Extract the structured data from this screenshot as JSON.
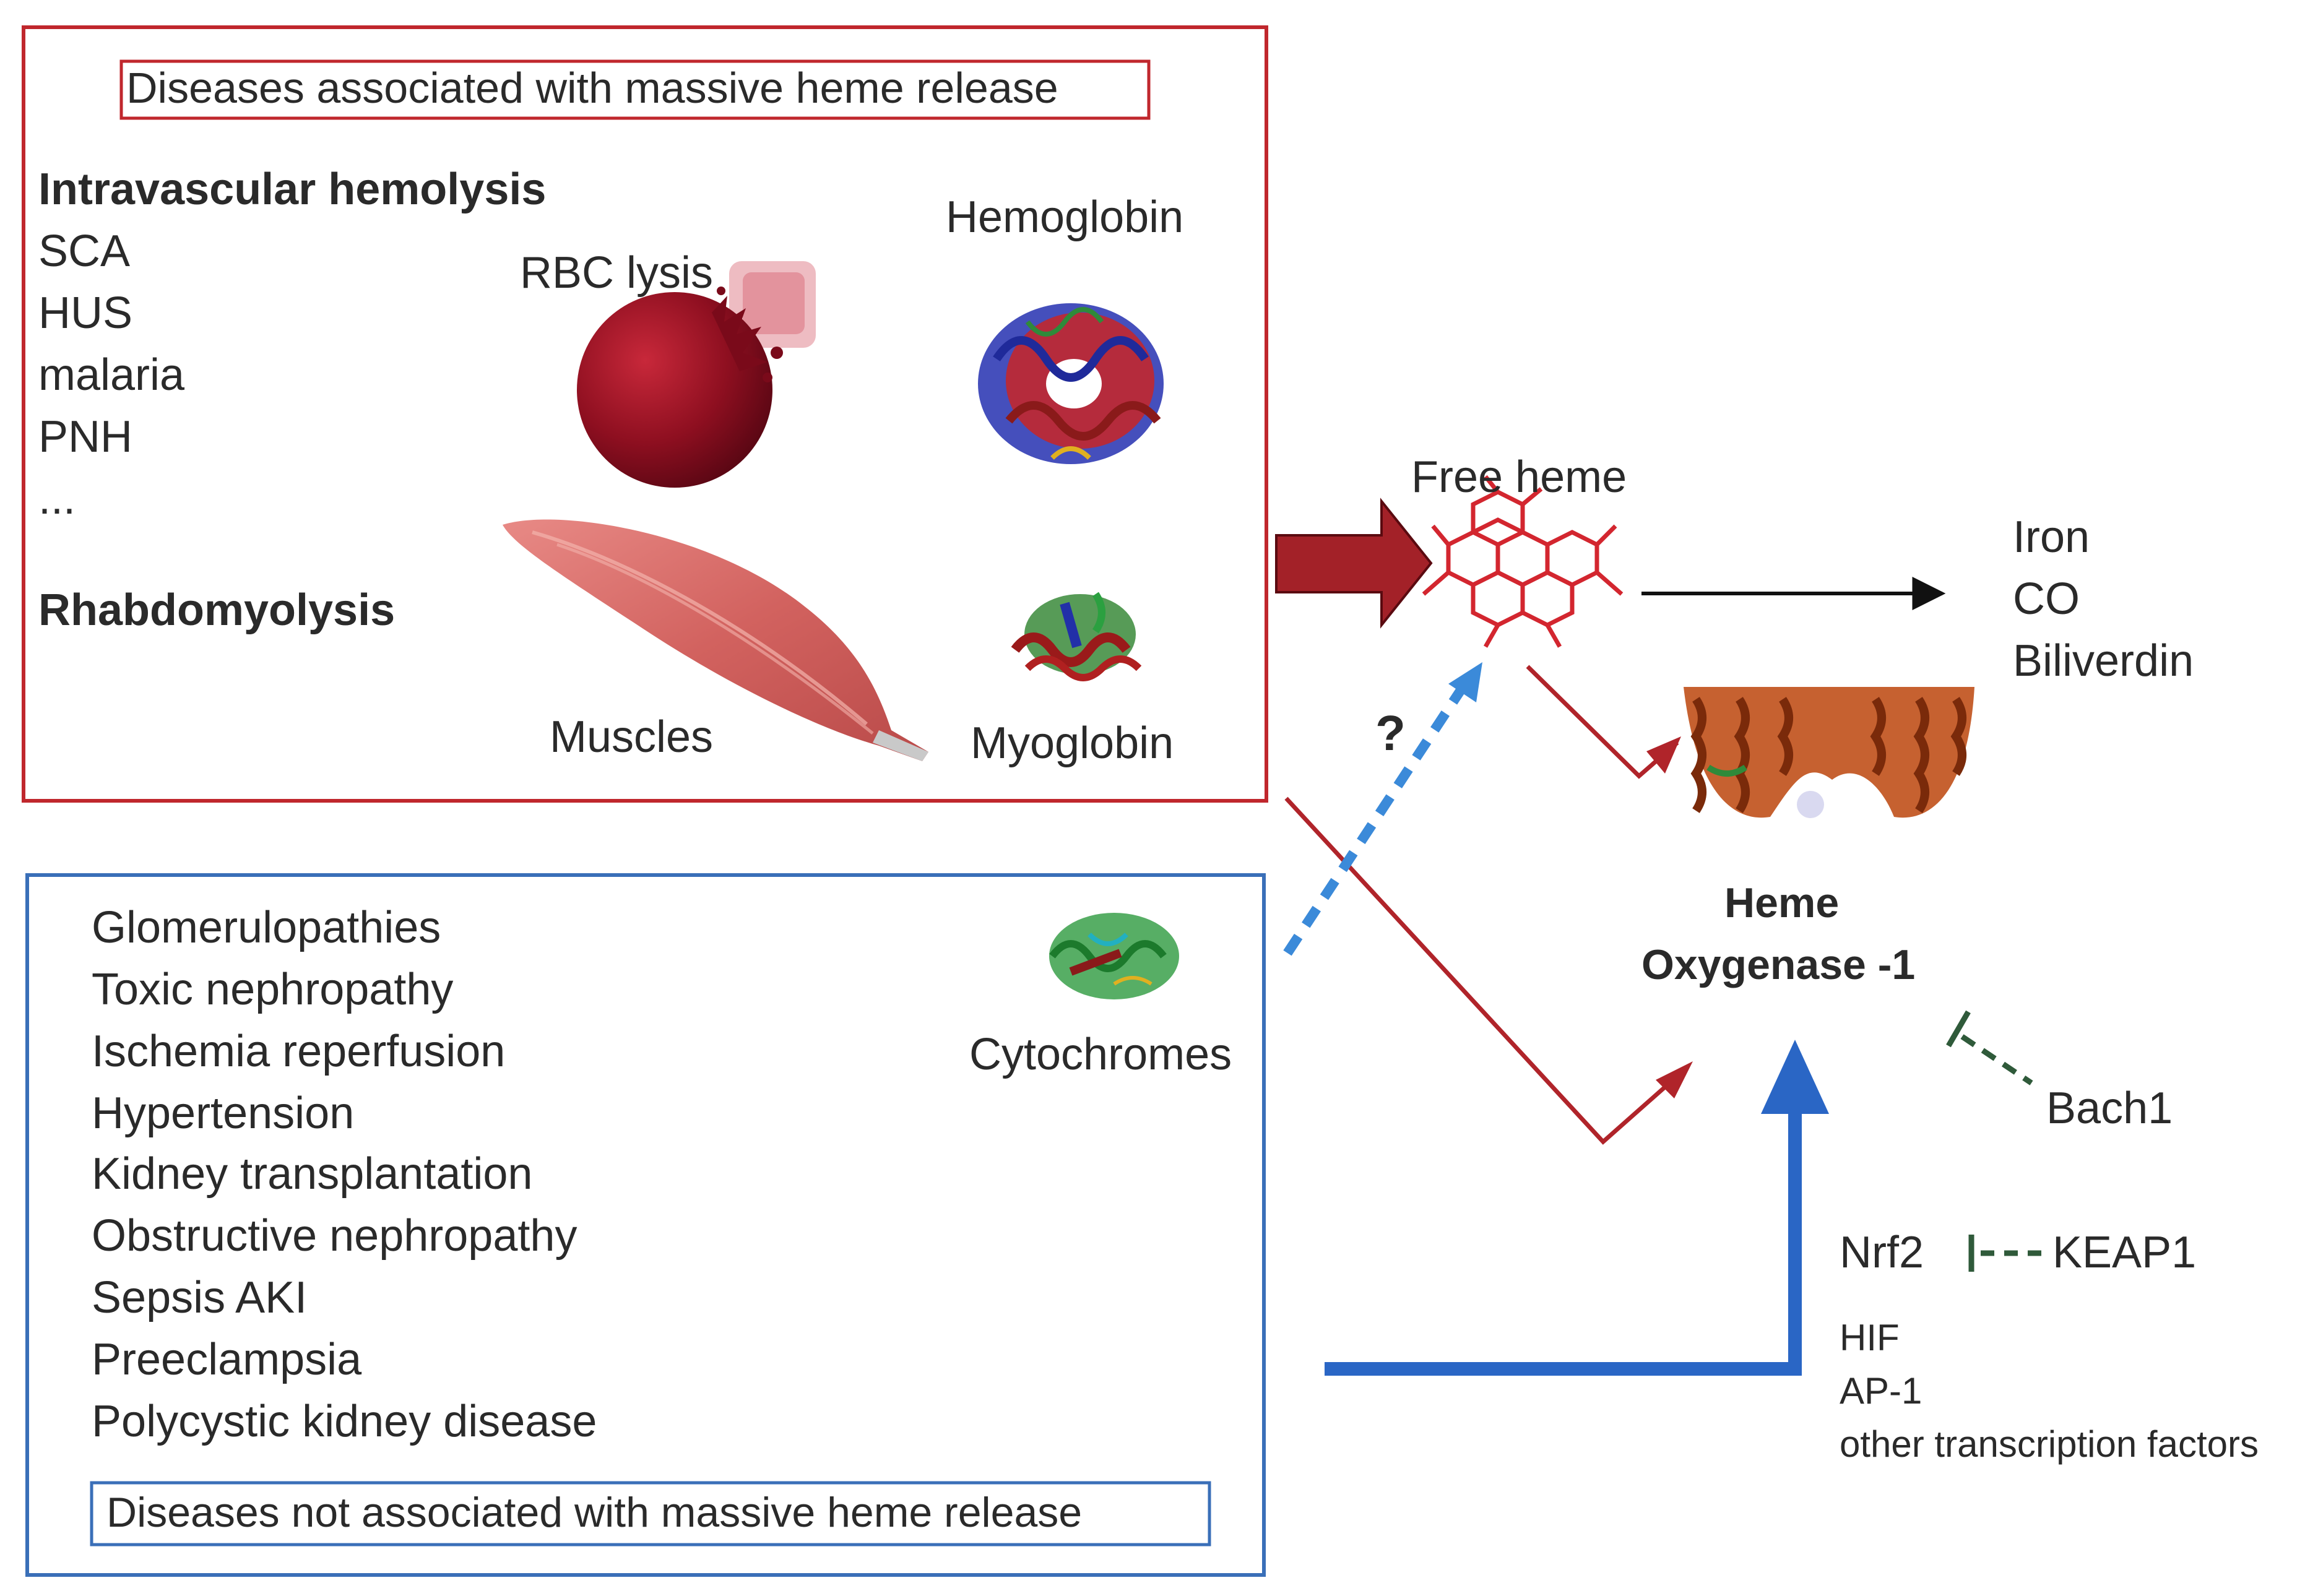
{
  "colors": {
    "red_border": "#c0272d",
    "blue_border": "#3a6fb8",
    "dark_red_arrow": "#a32128",
    "blue_arrow": "#2a66c5",
    "dotted_blue": "#3b8ad9",
    "green_dash": "#2f5a3a",
    "text": "#2a2a2a"
  },
  "top_box": {
    "title": "Diseases associated with massive heme release",
    "hemolysis_heading": "Intravascular hemolysis",
    "hemolysis_items": [
      "SCA",
      "HUS",
      "malaria",
      "PNH",
      "..."
    ],
    "rhabdo_heading": "Rhabdomyolysis",
    "rbc_label": "RBC lysis",
    "hemoglobin_label": "Hemoglobin",
    "muscles_label": "Muscles",
    "myoglobin_label": "Myoglobin"
  },
  "bottom_box": {
    "items": [
      "Glomerulopathies",
      "Toxic nephropathy",
      "Ischemia reperfusion",
      "Hypertension",
      "Kidney transplantation",
      "Obstructive nephropathy",
      "Sepsis AKI",
      "Preeclampsia",
      "Polycystic kidney disease"
    ],
    "cytochromes_label": "Cytochromes",
    "title": "Diseases not associated with massive heme release"
  },
  "right": {
    "free_heme": "Free heme",
    "question": "?",
    "products": [
      "Iron",
      "CO",
      "Biliverdin"
    ],
    "ho1_line1": "Heme",
    "ho1_line2": "Oxygenase -1",
    "bach1": "Bach1",
    "nrf2": "Nrf2",
    "keap1": "KEAP1",
    "factors": [
      "HIF",
      "AP-1",
      "other transcription factors"
    ]
  },
  "icons": [
    "rbc-icon",
    "hemoglobin-protein-icon",
    "muscle-icon",
    "myoglobin-protein-icon",
    "heme-molecule-icon",
    "ho1-protein-icon",
    "cytochrome-protein-icon"
  ]
}
